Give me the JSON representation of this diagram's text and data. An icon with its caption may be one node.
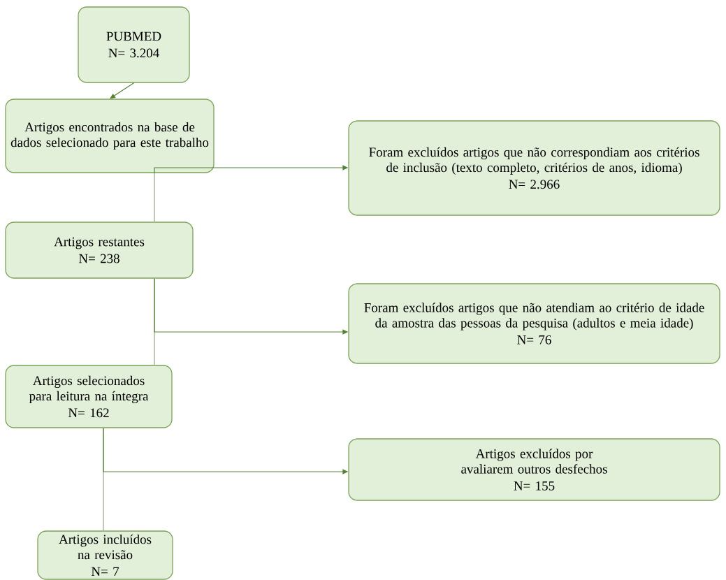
{
  "diagram": {
    "nodes": [
      {
        "text": [
          "PUBMED",
          "N= 3.204"
        ]
      },
      {
        "text": [
          "Artigos encontrados na base de dados selecionado para este trabalho"
        ]
      },
      {
        "text": [
          "Foram excluídos artigos que não correspondiam aos critérios de inclusão (texto completo, critérios de anos, idioma)",
          "N= 2.966"
        ]
      },
      {
        "text": [
          "Artigos restantes",
          "N= 238"
        ]
      },
      {
        "text": [
          "Foram excluídos artigos que não atendiam ao critério de idade da amostra das pessoas da pesquisa (adultos e meia idade)",
          "N= 76"
        ]
      },
      {
        "text": [
          "Artigos selecionados para leitura na íntegra",
          "N= 162"
        ]
      },
      {
        "text": [
          "Artigos excluídos por avaliarem outros desfechos",
          "N= 155"
        ]
      },
      {
        "text": [
          "Artigos incluídos na revisão",
          "N= 7"
        ]
      }
    ],
    "edges": [
      {
        "from": 0,
        "to": 1,
        "arrow": "to"
      },
      {
        "from": 1,
        "to": 3,
        "arrow": "none"
      },
      {
        "from": 1,
        "to": 2,
        "arrow": "to"
      },
      {
        "from": 3,
        "to": 5,
        "arrow": "none"
      },
      {
        "from": 3,
        "to": 4,
        "arrow": "to"
      },
      {
        "from": 5,
        "to": 7,
        "arrow": "none"
      },
      {
        "from": 5,
        "to": 6,
        "arrow": "to"
      }
    ]
  }
}
